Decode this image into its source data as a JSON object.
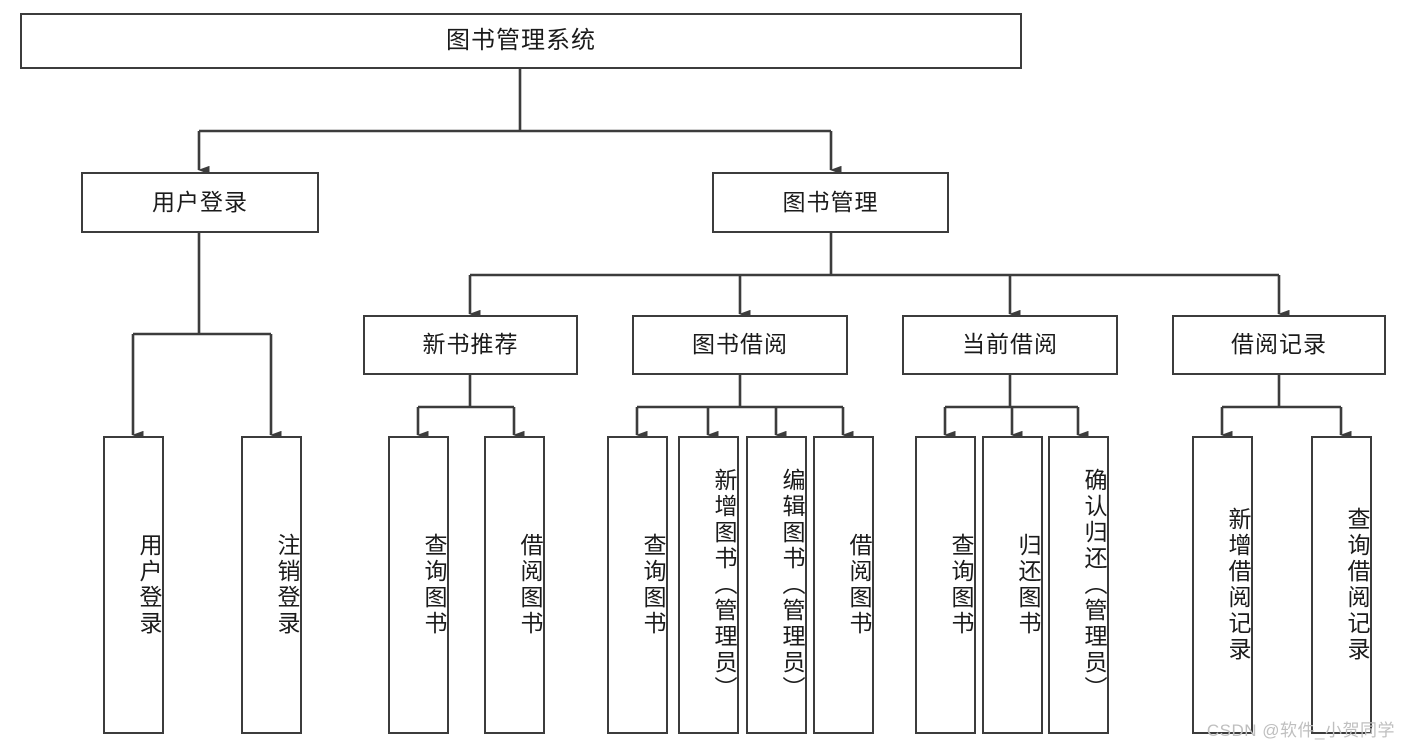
{
  "diagram": {
    "title": "图书管理系统",
    "type": "tree",
    "root": {
      "label": "图书管理系统"
    },
    "level2": [
      {
        "label": "用户登录"
      },
      {
        "label": "图书管理"
      }
    ],
    "level3": [
      {
        "label": "新书推荐"
      },
      {
        "label": "图书借阅"
      },
      {
        "label": "当前借阅"
      },
      {
        "label": "借阅记录"
      }
    ],
    "leaves": {
      "user_login": [
        {
          "label": "用户登录"
        },
        {
          "label": "注销登录"
        }
      ],
      "new_book": [
        {
          "label": "查询图书"
        },
        {
          "label": "借阅图书"
        }
      ],
      "borrow_book": [
        {
          "label": "查询图书"
        },
        {
          "label": "新增图书（管理员）"
        },
        {
          "label": "编辑图书（管理员）"
        },
        {
          "label": "借阅图书"
        }
      ],
      "current_borrow": [
        {
          "label": "查询图书"
        },
        {
          "label": "归还图书"
        },
        {
          "label": "确认归还（管理员）"
        }
      ],
      "borrow_record": [
        {
          "label": "新增借阅记录"
        },
        {
          "label": "查询借阅记录"
        }
      ]
    },
    "watermark": "CSDN @软件_小贺同学",
    "colors": {
      "border": "#3c3c3c",
      "text": "#1b1b1b",
      "background": "#ffffff",
      "watermark": "#bfbfbf"
    }
  }
}
